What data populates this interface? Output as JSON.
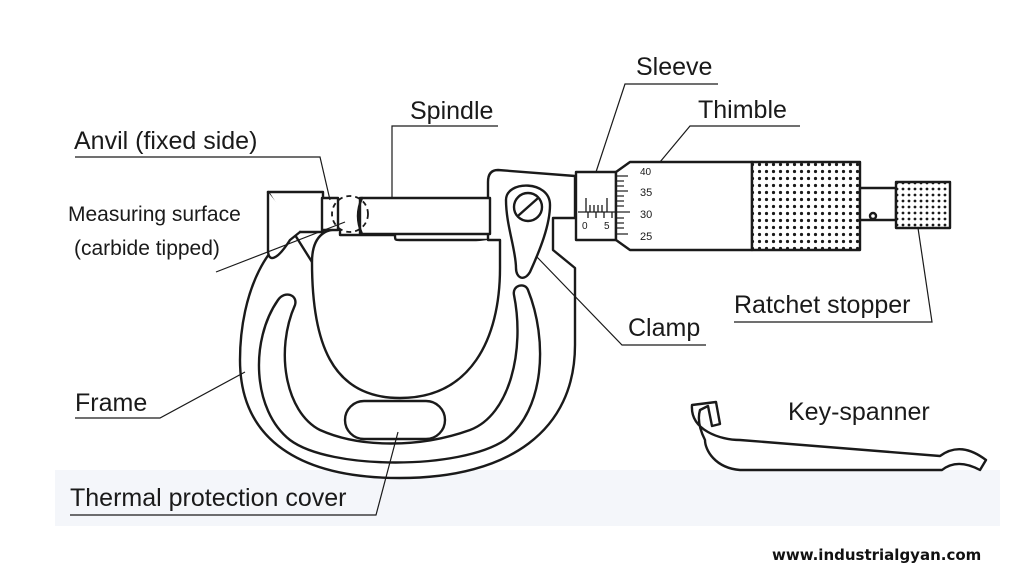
{
  "labels": {
    "sleeve": "Sleeve",
    "spindle": "Spindle",
    "thimble": "Thimble",
    "anvil": "Anvil (fixed side)",
    "measuring_surface_line1": "Measuring surface",
    "measuring_surface_line2": "(carbide tipped)",
    "clamp": "Clamp",
    "ratchet_stopper": "Ratchet stopper",
    "frame": "Frame",
    "key_spanner": "Key-spanner",
    "thermal_cover": "Thermal protection cover"
  },
  "scale": {
    "thimble_ticks": [
      "40",
      "35",
      "30",
      "25"
    ],
    "sleeve_ticks": [
      "0",
      "5"
    ]
  },
  "credit": "www.industrialgyan.com",
  "colors": {
    "line": "#1a1a1a",
    "background": "#ffffff"
  }
}
